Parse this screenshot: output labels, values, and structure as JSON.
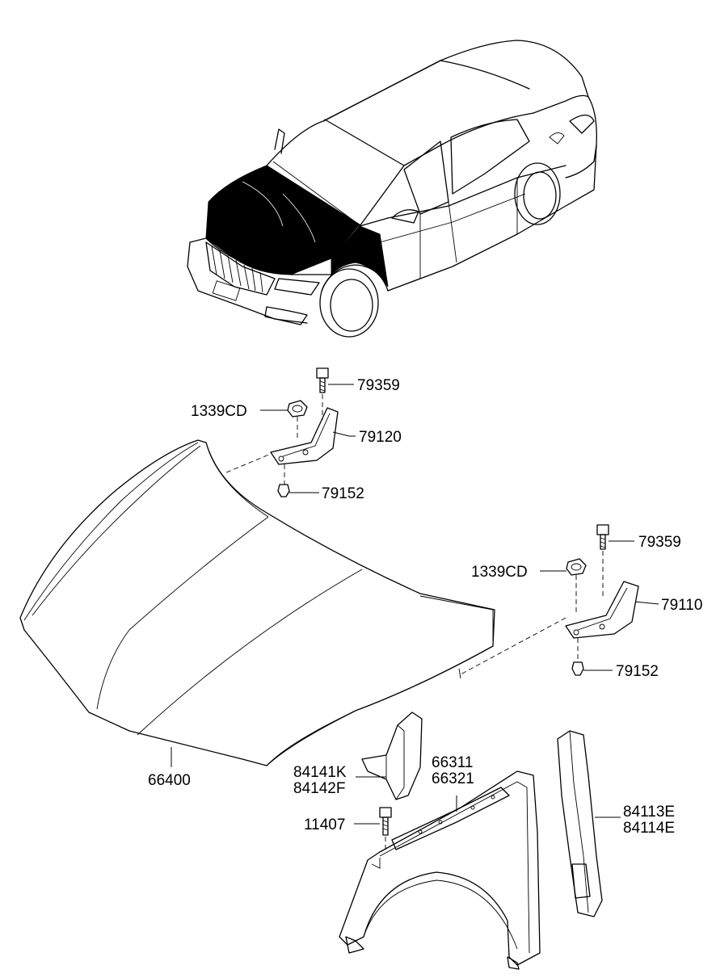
{
  "labels": {
    "bolt_upper": "79359",
    "nut_upper": "1339CD",
    "hinge_left": "79120",
    "bolt_lower_left": "79152",
    "bolt_right_top": "79359",
    "nut_right": "1339CD",
    "hinge_right": "79110",
    "bolt_lower_right": "79152",
    "hood": "66400",
    "seal_1": "84141K",
    "seal_2": "84142F",
    "bracket_1": "66311",
    "bracket_2": "66321",
    "fender_bolt": "11407",
    "cover_1": "84113E",
    "cover_2": "84114E"
  }
}
